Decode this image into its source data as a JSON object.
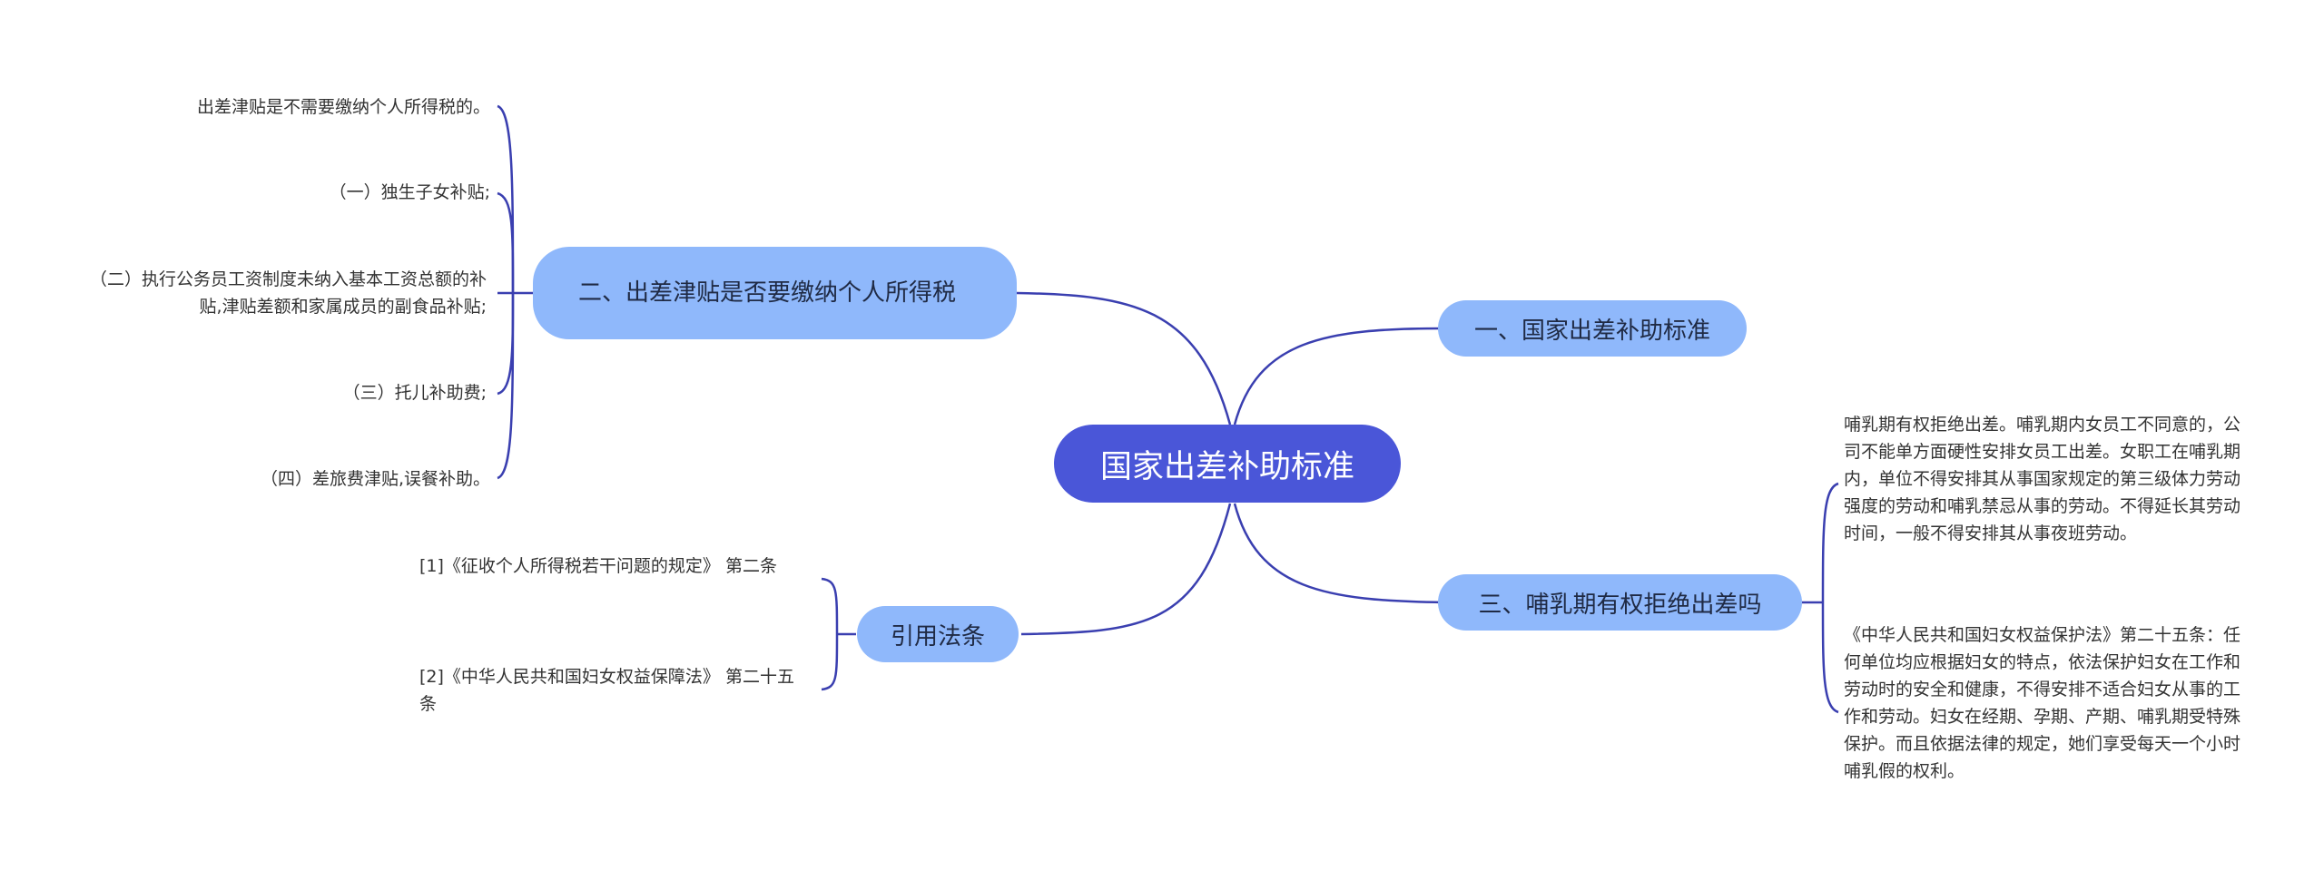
{
  "root": {
    "label": "国家出差补助标准"
  },
  "branches": {
    "b1": {
      "label": "一、国家出差补助标准"
    },
    "b2": {
      "label": "二、出差津贴是否要缴纳个人所得税",
      "leaves": [
        "出差津贴是不需要缴纳个人所得税的。",
        "（一）独生子女补贴;",
        "（二）执行公务员工资制度未纳入基本工资总额的补贴,津贴差额和家属成员的副食品补贴;",
        "（三）托儿补助费;",
        "（四）差旅费津贴,误餐补助。"
      ]
    },
    "b3": {
      "label": "三、哺乳期有权拒绝出差吗",
      "leaves": [
        "哺乳期有权拒绝出差。哺乳期内女员工不同意的，公司不能单方面硬性安排女员工出差。女职工在哺乳期内，单位不得安排其从事国家规定的第三级体力劳动强度的劳动和哺乳禁忌从事的劳动。不得延长其劳动时间，一般不得安排其从事夜班劳动。",
        "《中华人民共和国妇女权益保护法》第二十五条：任何单位均应根据妇女的特点，依法保护妇女在工作和劳动时的安全和健康，不得安排不适合妇女从事的工作和劳动。妇女在经期、孕期、产期、哺乳期受特殊保护。而且依据法律的规定，她们享受每天一个小时哺乳假的权利。"
      ]
    },
    "b4": {
      "label": "引用法条",
      "leaves": [
        "[1]《征收个人所得税若干问题的规定》 第二条",
        "[2]《中华人民共和国妇女权益保障法》 第二十五条"
      ]
    }
  },
  "colors": {
    "root": "#4a56d8",
    "branch": "#8fb8fb",
    "line": "#3a3fb0"
  }
}
